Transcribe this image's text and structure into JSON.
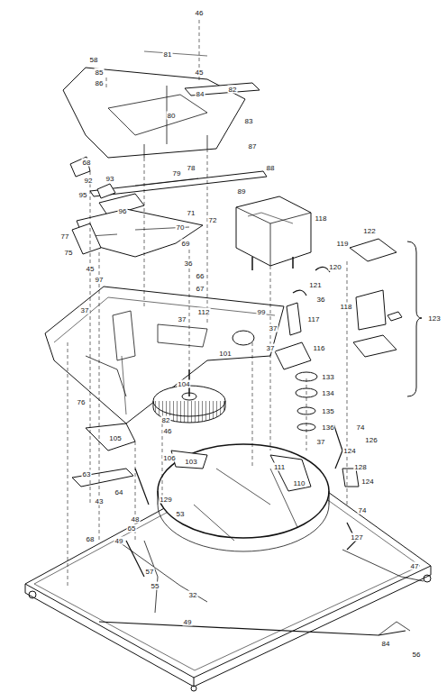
{
  "diagram": {
    "labels": [
      "46",
      "58",
      "81",
      "45",
      "85",
      "86",
      "82",
      "84",
      "83",
      "80",
      "87",
      "68",
      "92",
      "93",
      "95",
      "96",
      "79",
      "78",
      "88",
      "89",
      "71",
      "72",
      "70",
      "69",
      "77",
      "75",
      "118",
      "122",
      "119",
      "120",
      "121",
      "45",
      "97",
      "36",
      "66",
      "67",
      "112",
      "37",
      "37",
      "99",
      "37",
      "36",
      "118",
      "117",
      "123",
      "116",
      "37",
      "101",
      "104",
      "133",
      "134",
      "135",
      "136",
      "76",
      "82",
      "46",
      "105",
      "37",
      "74",
      "126",
      "124",
      "106",
      "103",
      "63",
      "64",
      "43",
      "111",
      "110",
      "124",
      "128",
      "129",
      "53",
      "74",
      "127",
      "48",
      "68",
      "49",
      "65",
      "57",
      "55",
      "32",
      "49",
      "47",
      "84",
      "56"
    ]
  }
}
